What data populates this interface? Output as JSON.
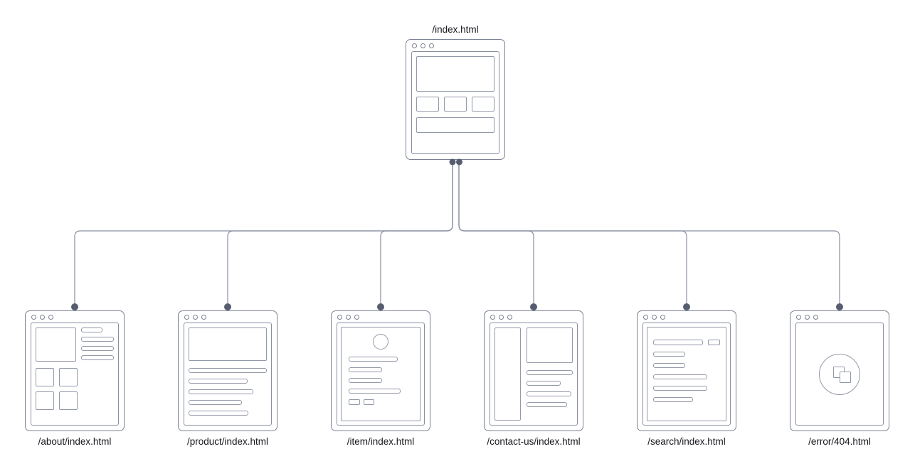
{
  "diagram": {
    "type": "visual-sitemap",
    "root": {
      "label": "/index.html",
      "layout": "home"
    },
    "children": [
      {
        "label": "/about/index.html",
        "layout": "image-text-grid"
      },
      {
        "label": "/product/index.html",
        "layout": "hero-text-lines"
      },
      {
        "label": "/item/index.html",
        "layout": "avatar-form"
      },
      {
        "label": "/contact-us/index.html",
        "layout": "sidebar-content"
      },
      {
        "label": "/search/index.html",
        "layout": "search-results"
      },
      {
        "label": "/error/404.html",
        "layout": "error-icon"
      }
    ],
    "colors": {
      "window_stroke": "#7b8192",
      "frame_stroke": "#8a8fa0",
      "skeleton_stroke": "#9399a9",
      "connector": "#8b90a0",
      "node_dot": "#575d70",
      "label_text": "#15171c"
    }
  }
}
